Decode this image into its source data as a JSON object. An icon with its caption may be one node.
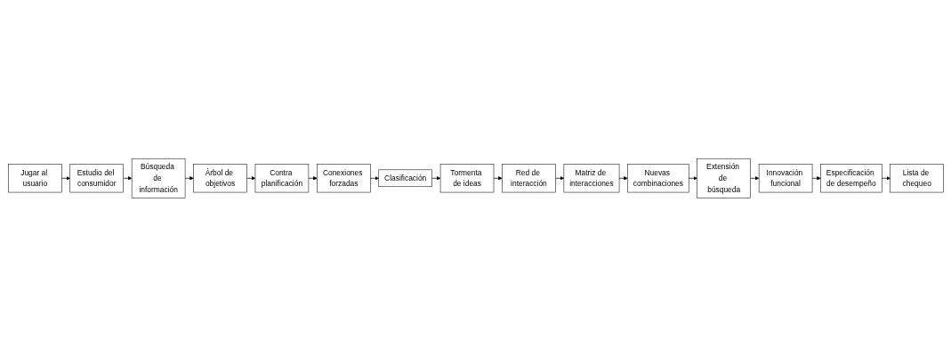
{
  "diagram": {
    "nodes": [
      {
        "text": [
          "Jugar al usuario"
        ]
      },
      {
        "text": [
          "Estudio del consumidor"
        ]
      },
      {
        "text": [
          "Búsqueda de información"
        ]
      },
      {
        "text": [
          "Àrbol de objetivos"
        ]
      },
      {
        "text": [
          "Contra planificación"
        ]
      },
      {
        "text": [
          "Conexiones forzadas"
        ]
      },
      {
        "text": [
          "Clasificación"
        ]
      },
      {
        "text": [
          "Tormenta de ideas"
        ]
      },
      {
        "text": [
          "Red de interacción"
        ]
      },
      {
        "text": [
          "Matriz de interacciones"
        ]
      },
      {
        "text": [
          "Nuevas combinaciones"
        ]
      },
      {
        "text": [
          "Extensión de búsqueda"
        ]
      },
      {
        "text": [
          "Innovación funcional"
        ]
      },
      {
        "text": [
          "Especificación de desempeño"
        ]
      },
      {
        "text": [
          "Lista de chequeo"
        ]
      }
    ],
    "edges": [
      {
        "from": 0,
        "to": 1,
        "arrow": "to"
      },
      {
        "from": 1,
        "to": 2,
        "arrow": "to"
      },
      {
        "from": 2,
        "to": 3,
        "arrow": "to"
      },
      {
        "from": 3,
        "to": 4,
        "arrow": "to"
      },
      {
        "from": 4,
        "to": 5,
        "arrow": "to"
      },
      {
        "from": 5,
        "to": 6,
        "arrow": "to"
      },
      {
        "from": 6,
        "to": 7,
        "arrow": "to"
      },
      {
        "from": 7,
        "to": 8,
        "arrow": "to"
      },
      {
        "from": 8,
        "to": 9,
        "arrow": "to"
      },
      {
        "from": 9,
        "to": 10,
        "arrow": "to"
      },
      {
        "from": 10,
        "to": 11,
        "arrow": "to"
      },
      {
        "from": 11,
        "to": 12,
        "arrow": "to"
      },
      {
        "from": 12,
        "to": 13,
        "arrow": "to"
      },
      {
        "from": 13,
        "to": 14,
        "arrow": "to"
      }
    ]
  }
}
